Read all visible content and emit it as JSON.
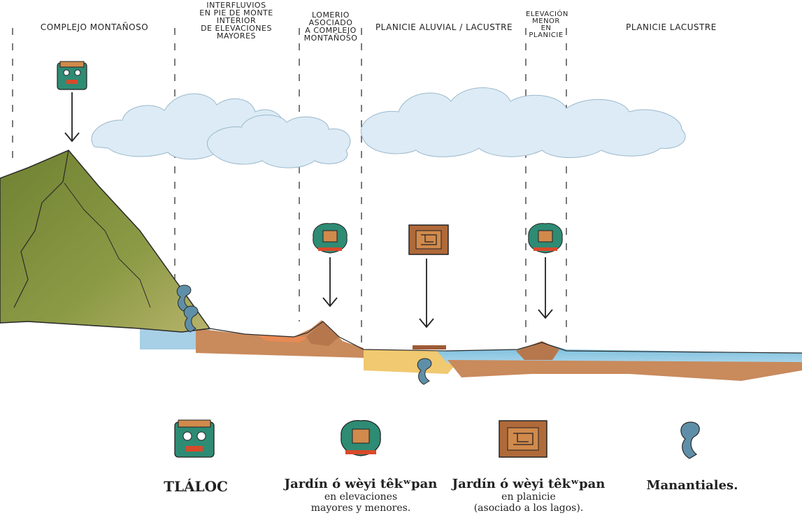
{
  "zones": [
    {
      "id": "complejo",
      "label": "COMPLEJO MONTAÑOSO"
    },
    {
      "id": "interfluvios",
      "label_lines": [
        "INTERFLUVIOS",
        "EN PIE DE MONTE",
        "INTERIOR",
        "DE ELEVACIONES",
        "MAYORES"
      ]
    },
    {
      "id": "lomerio",
      "label_lines": [
        "LOMERIO",
        "ASOCIADO",
        "A COMPLEJO",
        "MONTAÑOSO"
      ]
    },
    {
      "id": "aluvial",
      "label": "PLANICIE ALUVIAL / LACUSTRE"
    },
    {
      "id": "elevacion",
      "label_lines": [
        "ELEVACIÓN",
        "MENOR",
        "EN",
        "PLANICIE"
      ]
    },
    {
      "id": "lacustre",
      "label": "PLANICIE LACUSTRE"
    }
  ],
  "legend": [
    {
      "icon": "tlaloc-icon",
      "title": "TLÁLOC",
      "lines": []
    },
    {
      "icon": "garden-elevations-icon",
      "title": "Jardín ó wèyi têkʷpan",
      "lines": [
        "en elevaciones",
        "mayores y menores."
      ]
    },
    {
      "icon": "garden-plain-icon",
      "title": "Jardín ó wèyi têkʷpan",
      "lines": [
        "en planicie",
        "(asociado a los lagos)."
      ]
    },
    {
      "icon": "spring-icon",
      "title": "Manantiales.",
      "lines": []
    }
  ],
  "colors": {
    "mountain": "#7f8f3a",
    "water": "#8cc3df",
    "soil": "#c98a5c",
    "sand": "#f0c970",
    "icon_green": "#2e8b74",
    "icon_red": "#d84a2a",
    "icon_brown": "#b06a3a"
  }
}
